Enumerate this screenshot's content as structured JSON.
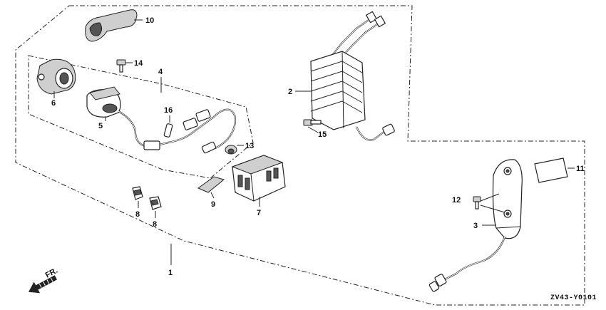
{
  "diagram": {
    "callouts": [
      {
        "id": "1",
        "label": "1"
      },
      {
        "id": "2",
        "label": "2"
      },
      {
        "id": "3",
        "label": "3"
      },
      {
        "id": "4",
        "label": "4"
      },
      {
        "id": "5",
        "label": "5"
      },
      {
        "id": "6",
        "label": "6"
      },
      {
        "id": "7",
        "label": "7"
      },
      {
        "id": "8a",
        "label": "8"
      },
      {
        "id": "8b",
        "label": "8"
      },
      {
        "id": "9",
        "label": "9"
      },
      {
        "id": "10",
        "label": "10"
      },
      {
        "id": "11",
        "label": "11"
      },
      {
        "id": "12",
        "label": "12"
      },
      {
        "id": "13",
        "label": "13"
      },
      {
        "id": "14",
        "label": "14"
      },
      {
        "id": "15",
        "label": "15"
      },
      {
        "id": "16",
        "label": "16"
      }
    ],
    "direction_label": "FR.",
    "drawing_code": "ZV43-Y0101"
  }
}
